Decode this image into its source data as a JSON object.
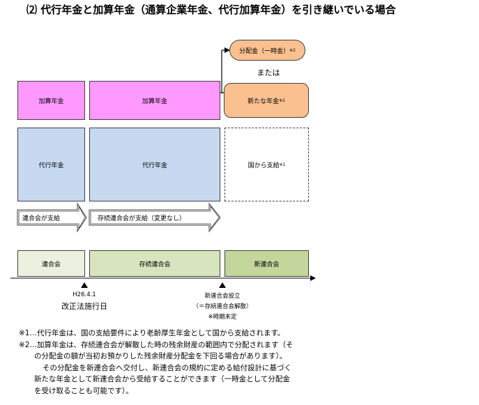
{
  "title": "⑵ 代行年金と加算年金（通算企業年金、代行加算年金）を引き継いでいる場合",
  "boxes": {
    "kasan1": "加算年金",
    "kasan2": "加算年金",
    "daiko1": "代行年金",
    "daiko2": "代行年金",
    "bunpai": "分配金（一時金）",
    "bunpai_note": "※2",
    "matawa": "または",
    "aratana": "新たな年金",
    "aratana_note": "※2",
    "kuni": "国から支給",
    "kuni_note": "※1"
  },
  "arrows": {
    "a1": "連合会が支給",
    "a2": "存続連合会が支給（変更なし）"
  },
  "periods": {
    "p1": "連合会",
    "p2": "存続連合会",
    "p3": "新連合会"
  },
  "timeline": {
    "m1_date": "H26.4.1",
    "m1_label": "改正法施行日",
    "m2_l1": "新連合会設立",
    "m2_l2": "（＝存続連合会解散）",
    "m2_l3": "※時期未定"
  },
  "notes": [
    "※1…代行年金は、国の支給要件により老齢厚生年金として国から支給されます。",
    "※2…加算年金は、存続連合会が解散した時の残余財産の範囲内で分配されます（そ",
    "の分配金の額が当初お預かりした残余財産分配金を下回る場合があります）。",
    "その分配金を新連合会へ交付し、新連合会の規約に定める給付設計に基づく",
    "新たな年金として新連合会から受給することができます（一時金として分配金",
    "を受け取ることも可能です）。"
  ]
}
